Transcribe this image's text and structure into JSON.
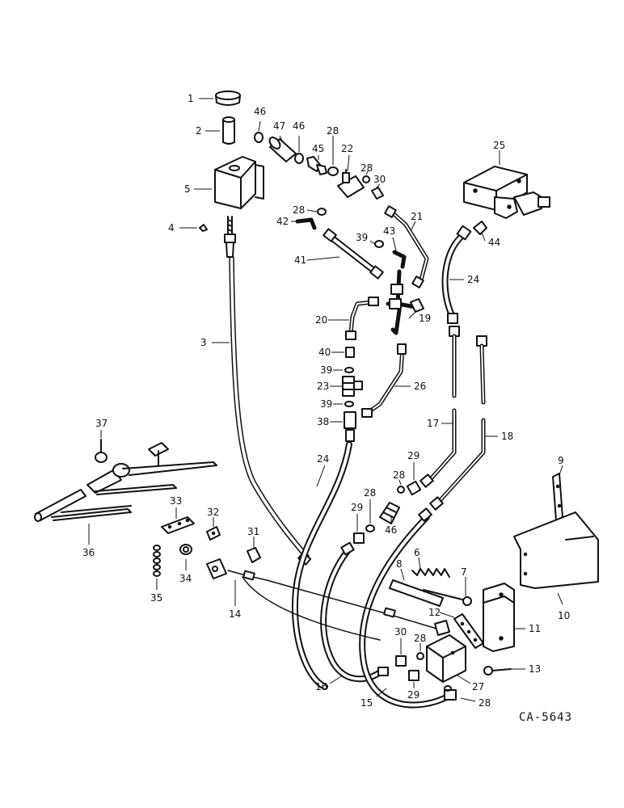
{
  "drawing_code": "CA-5643",
  "callouts": {
    "c1": "1",
    "c2": "2",
    "c3": "3",
    "c4": "4",
    "c5": "5",
    "c6": "6",
    "c7": "7",
    "c8": "8",
    "c9": "9",
    "c10": "10",
    "c11": "11",
    "c12": "12",
    "c13": "13",
    "c14": "14",
    "c15": "15",
    "c16": "16",
    "c17": "17",
    "c18": "18",
    "c19": "19",
    "c20": "20",
    "c21": "21",
    "c22": "22",
    "c23": "23",
    "c24a": "24",
    "c24b": "24",
    "c25": "25",
    "c26": "26",
    "c27": "27",
    "c28a": "28",
    "c28b": "28",
    "c28c": "28",
    "c28d": "28",
    "c28e": "28",
    "c28f": "28",
    "c28g": "28",
    "c29a": "29",
    "c29b": "29",
    "c29c": "29",
    "c30a": "30",
    "c30b": "30",
    "c31": "31",
    "c32": "32",
    "c33": "33",
    "c34": "34",
    "c35": "35",
    "c36": "36",
    "c37": "37",
    "c38": "38",
    "c39a": "39",
    "c39b": "39",
    "c39c": "39",
    "c40": "40",
    "c41": "41",
    "c42": "42",
    "c43": "43",
    "c44": "44",
    "c45": "45",
    "c46a": "46",
    "c46b": "46",
    "c46c": "46",
    "c47": "47"
  }
}
